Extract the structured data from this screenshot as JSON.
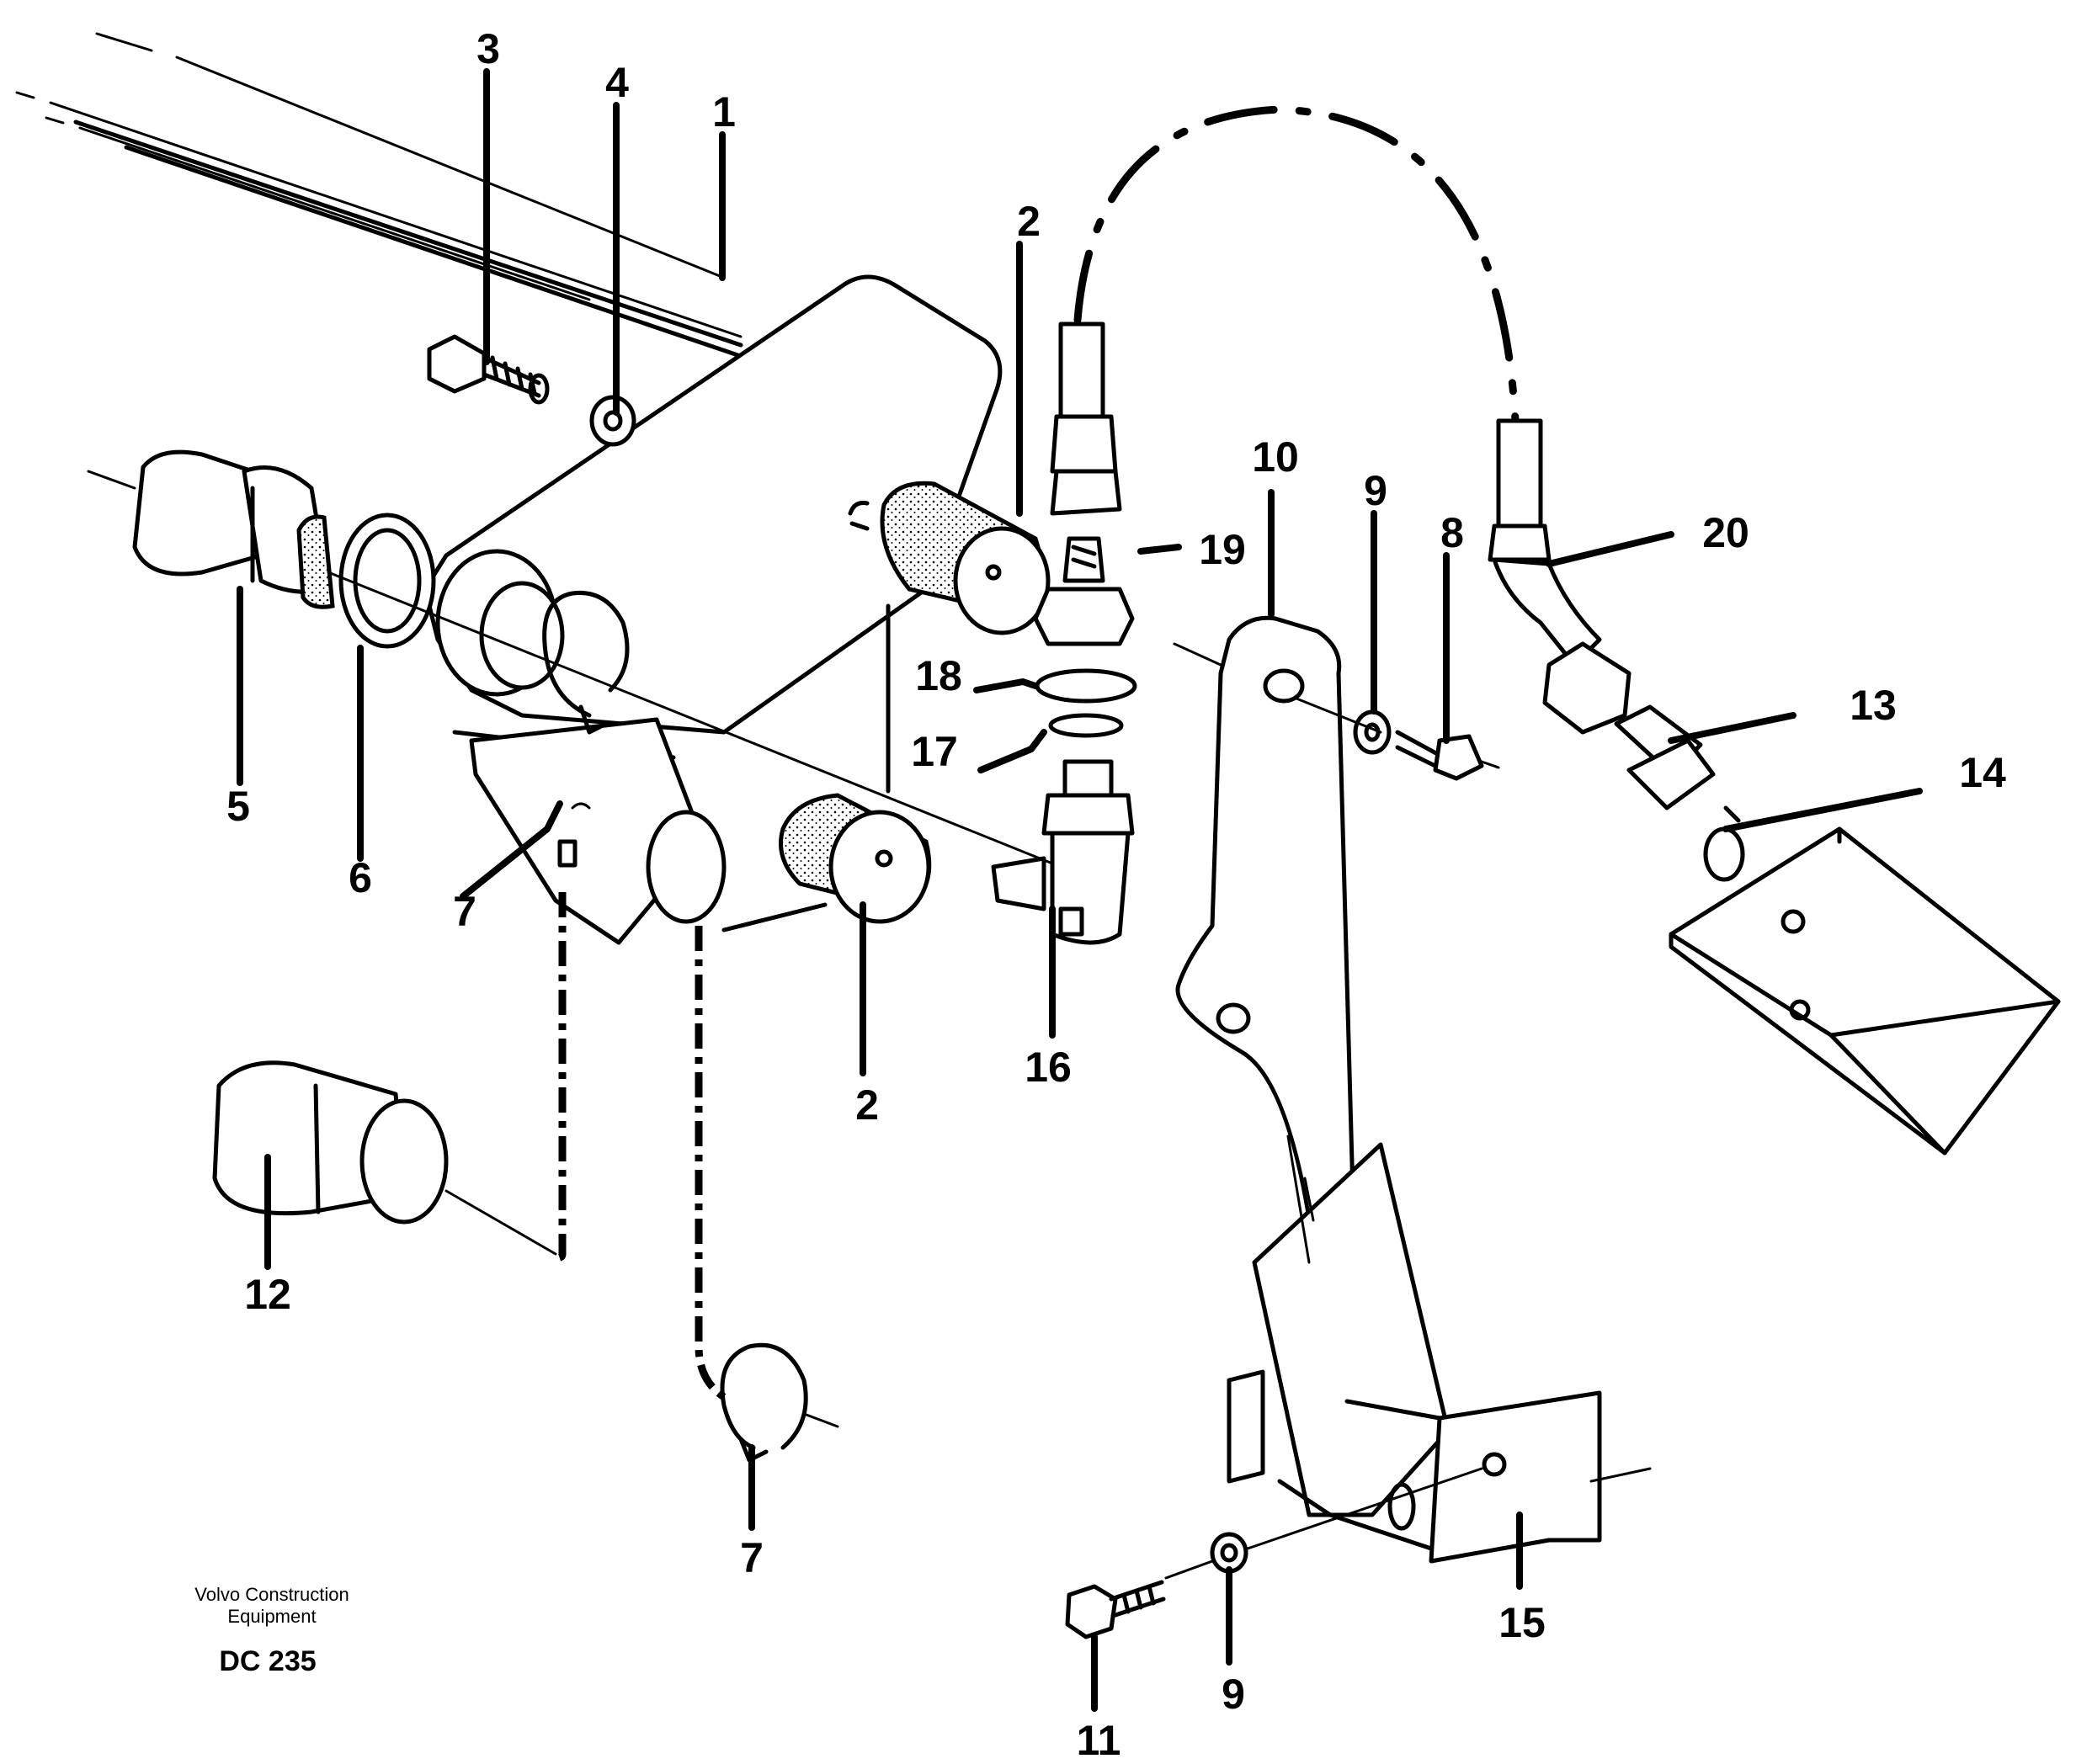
{
  "callouts": [
    {
      "id": "c3",
      "label": "3"
    },
    {
      "id": "c4",
      "label": "4"
    },
    {
      "id": "c1",
      "label": "1"
    },
    {
      "id": "c2a",
      "label": "2"
    },
    {
      "id": "c19",
      "label": "19"
    },
    {
      "id": "c10",
      "label": "10"
    },
    {
      "id": "c9a",
      "label": "9"
    },
    {
      "id": "c8",
      "label": "8"
    },
    {
      "id": "c20",
      "label": "20"
    },
    {
      "id": "c18",
      "label": "18"
    },
    {
      "id": "c17",
      "label": "17"
    },
    {
      "id": "c13",
      "label": "13"
    },
    {
      "id": "c14",
      "label": "14"
    },
    {
      "id": "c5",
      "label": "5"
    },
    {
      "id": "c6",
      "label": "6"
    },
    {
      "id": "c7a",
      "label": "7"
    },
    {
      "id": "c2b",
      "label": "2"
    },
    {
      "id": "c16",
      "label": "16"
    },
    {
      "id": "c12",
      "label": "12"
    },
    {
      "id": "c7b",
      "label": "7"
    },
    {
      "id": "c15",
      "label": "15"
    },
    {
      "id": "c9b",
      "label": "9"
    },
    {
      "id": "c11",
      "label": "11"
    }
  ],
  "footer": {
    "company_line1": "Volvo Construction",
    "company_line2": "Equipment",
    "drawing_code": "DC 235"
  }
}
